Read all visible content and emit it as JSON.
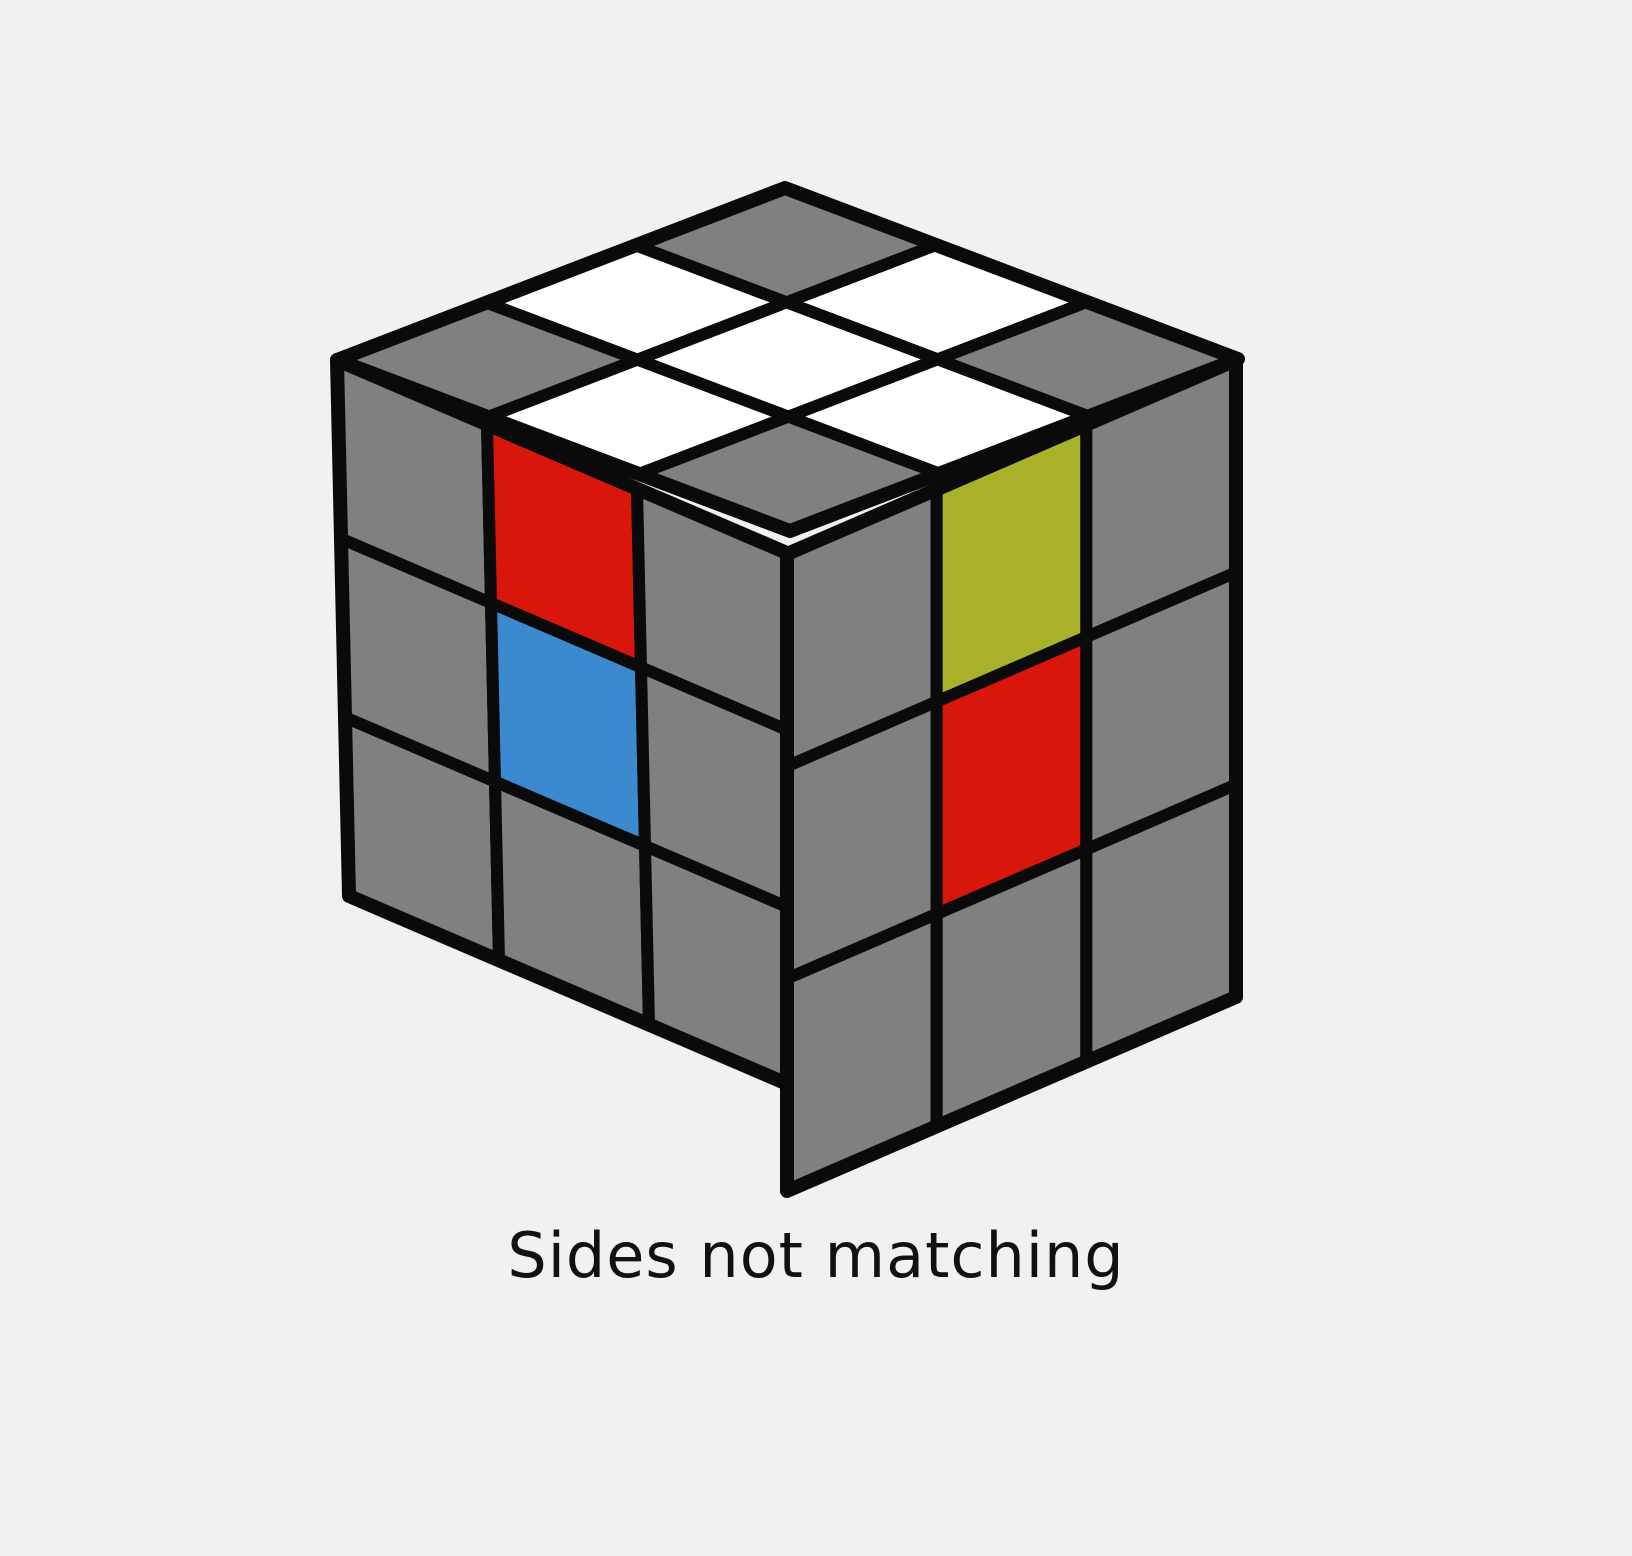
{
  "caption": "Sides not matching",
  "colors": {
    "background": "#f1f1f1",
    "outline": "#0a0a0a",
    "gray": "#808080",
    "white": "#ffffff",
    "red": "#d9160b",
    "blue": "#3b8ad0",
    "yellow_green": "#a9b12b"
  },
  "cube": {
    "faces": {
      "top": [
        [
          "gray",
          "white",
          "gray"
        ],
        [
          "white",
          "white",
          "white"
        ],
        [
          "gray",
          "white",
          "gray"
        ]
      ],
      "left": [
        [
          "gray",
          "red",
          "gray"
        ],
        [
          "gray",
          "blue",
          "gray"
        ],
        [
          "gray",
          "gray",
          "gray"
        ]
      ],
      "right": [
        [
          "gray",
          "yellow_green",
          "gray"
        ],
        [
          "gray",
          "red",
          "gray"
        ],
        [
          "gray",
          "gray",
          "gray"
        ]
      ]
    }
  }
}
